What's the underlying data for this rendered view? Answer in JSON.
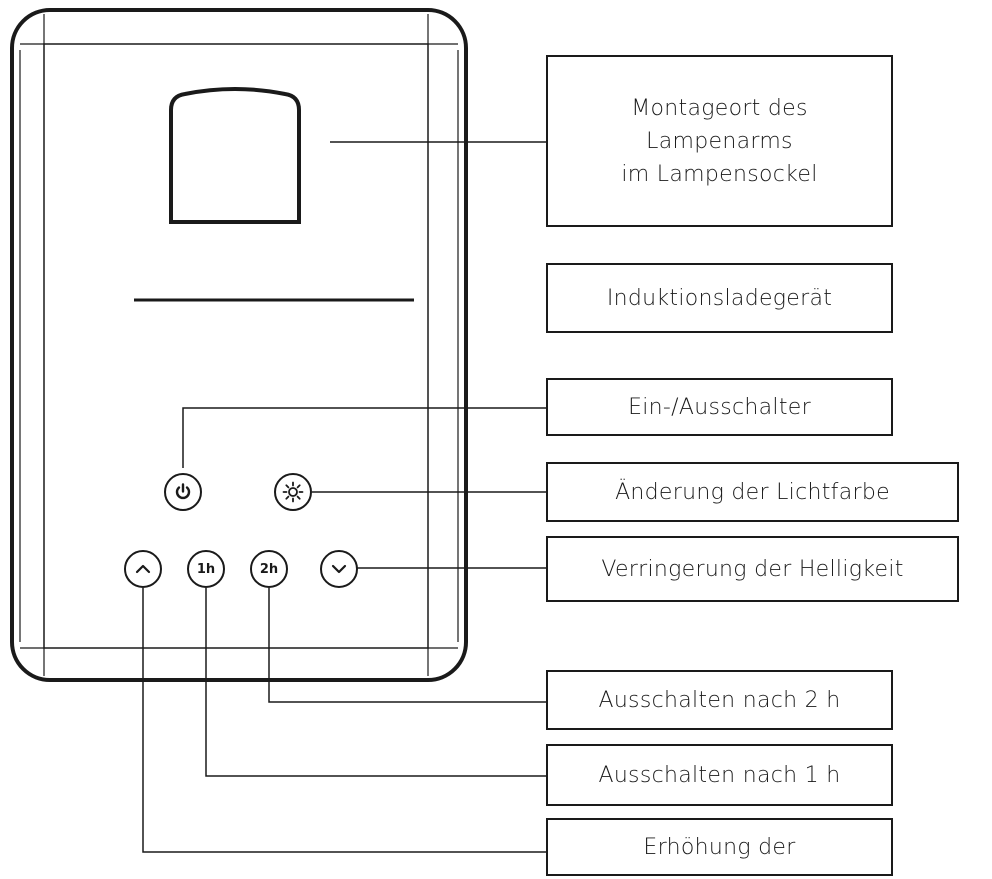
{
  "callouts": {
    "mount": "Montageort des\nLampenarms\nim Lampensockel",
    "charger": "Induktionsladegerät",
    "power": "Ein-/Ausschalter",
    "color": "Änderung der Lichtfarbe",
    "decrease": "Verringerung der Helligkeit",
    "off2h": "Ausschalten nach 2 h",
    "off1h": "Ausschalten nach 1 h",
    "increase": "Erhöhung der"
  },
  "buttons": {
    "power": "power-icon",
    "color": "sun-icon",
    "up": "chevron-up-icon",
    "timer1": "1h",
    "timer2": "2h",
    "down": "chevron-down-icon"
  }
}
